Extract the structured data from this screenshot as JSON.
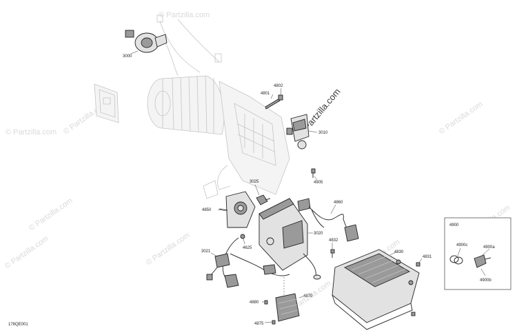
{
  "figure_code": "178QE001",
  "watermark": {
    "main": "© Partzilla.com",
    "repeat": "© Partzilla.com"
  },
  "callouts": {
    "p3000": "3000",
    "p4802": "4802",
    "p4801": "4801",
    "p3010": "3010",
    "p4905": "4905",
    "p3025": "3025",
    "p4860": "4860",
    "p4850": "4850",
    "p3020": "3020",
    "p4625": "4625",
    "p4832": "4832",
    "p3021": "3021",
    "p4830": "4830",
    "p4831": "4831",
    "p4880": "4880",
    "p4870": "4870",
    "p4875": "4875"
  },
  "inset": {
    "title": "4900",
    "p4900c": "4900c",
    "p4900a": "4900a",
    "p4900b": "4900b"
  }
}
